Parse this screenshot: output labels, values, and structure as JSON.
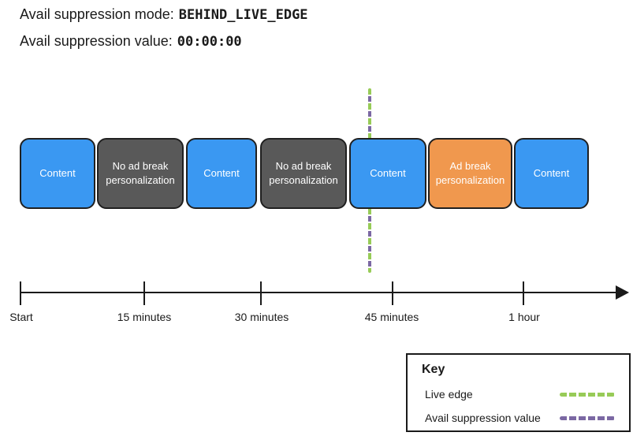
{
  "header": {
    "mode_label": "Avail suppression mode:",
    "mode_value": "BEHIND_LIVE_EDGE",
    "value_label": "Avail suppression value:",
    "value_value": "00:00:00"
  },
  "colors": {
    "live_edge": "#97CB57",
    "suppression": "#7B68A3",
    "content_blue": "#3A98F2",
    "no_ad_gray": "#595959",
    "ad_orange": "#F0984E"
  },
  "timeline": {
    "blocks": [
      {
        "label": "Content",
        "type": "content"
      },
      {
        "label": "No ad break personalization",
        "type": "no_ad_break"
      },
      {
        "label": "Content",
        "type": "content"
      },
      {
        "label": "No ad break personalization",
        "type": "no_ad_break"
      },
      {
        "label": "Content",
        "type": "content"
      },
      {
        "label": "Ad break personalization",
        "type": "ad_break"
      },
      {
        "label": "Content",
        "type": "content"
      }
    ],
    "ticks": [
      {
        "label": "Start"
      },
      {
        "label": "15 minutes"
      },
      {
        "label": "30 minutes"
      },
      {
        "label": "45 minutes"
      },
      {
        "label": "1 hour"
      }
    ]
  },
  "key": {
    "title": "Key",
    "items": [
      {
        "label": "Live edge",
        "color": "#97CB57"
      },
      {
        "label": "Avail suppression value",
        "color": "#7B68A3"
      }
    ]
  }
}
